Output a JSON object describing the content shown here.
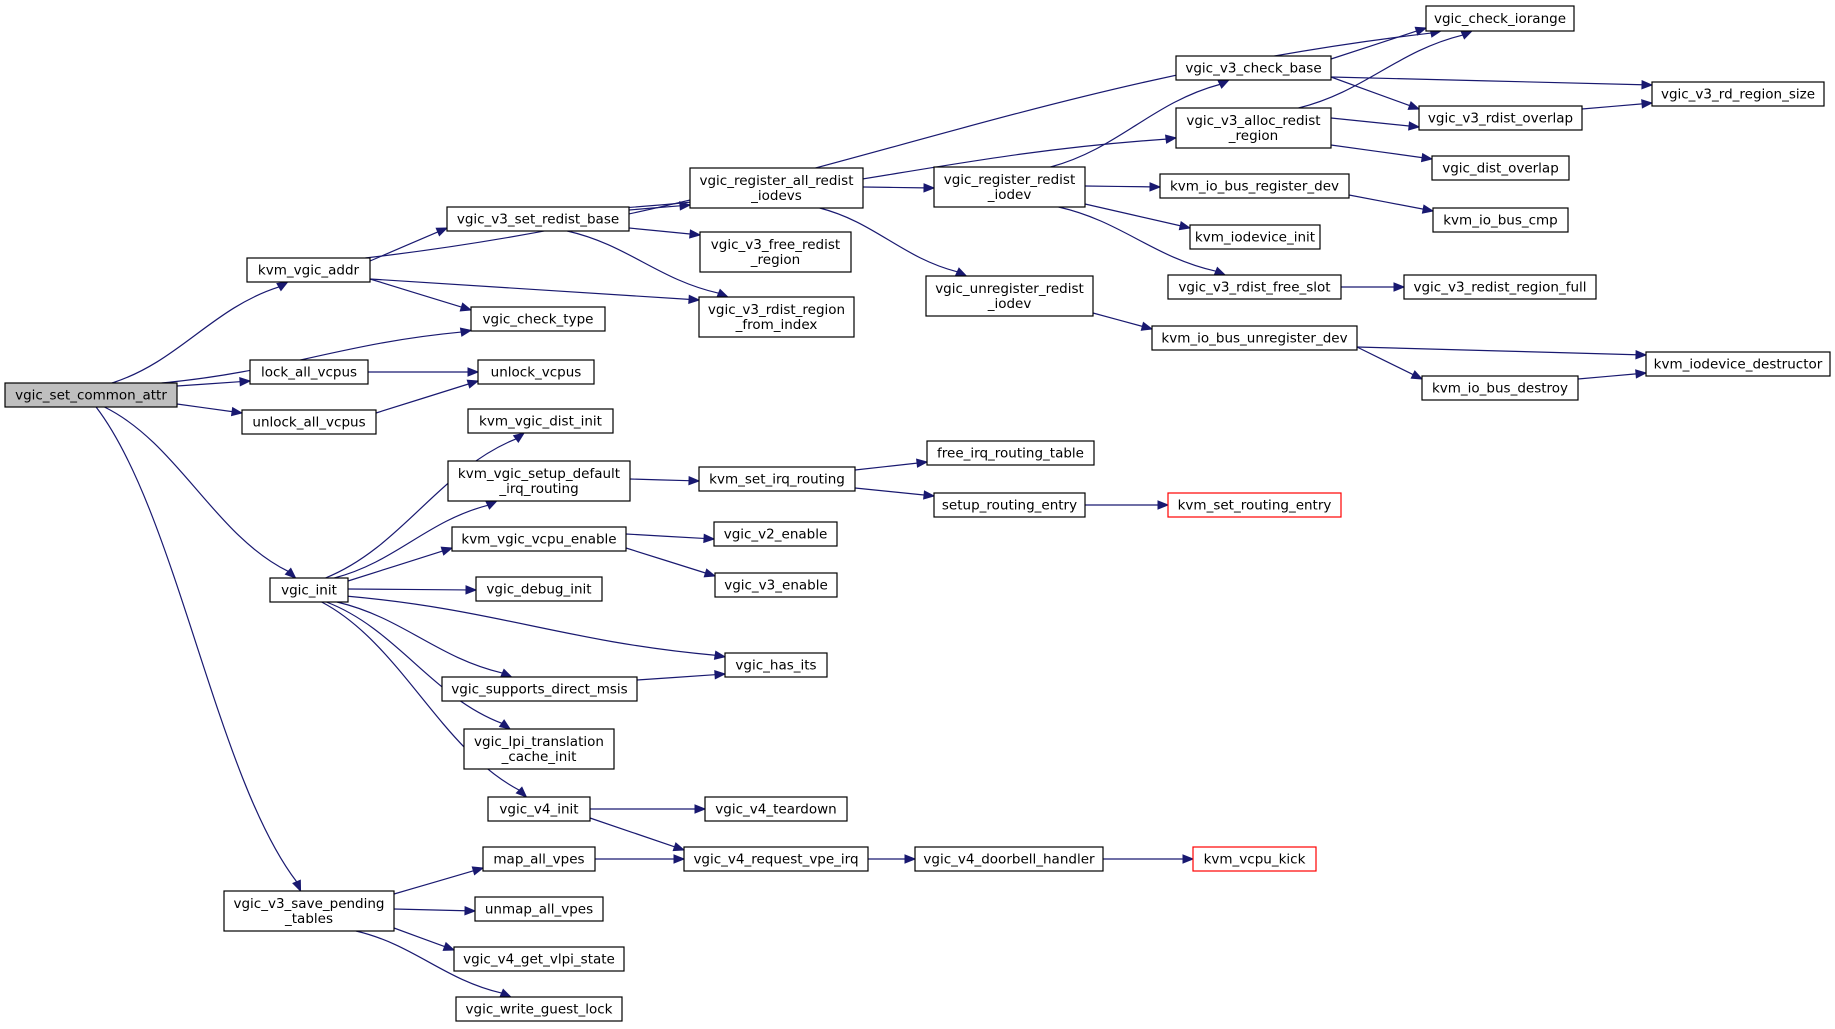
{
  "diagram": {
    "nodes": [
      {
        "id": "n_root",
        "lines": [
          "vgic_set_common_attr"
        ],
        "style": "root"
      },
      {
        "id": "n_kva",
        "lines": [
          "kvm_vgic_addr"
        ]
      },
      {
        "id": "n_lock",
        "lines": [
          "lock_all_vcpus"
        ]
      },
      {
        "id": "n_unlockall",
        "lines": [
          "unlock_all_vcpus"
        ]
      },
      {
        "id": "n_init",
        "lines": [
          "vgic_init"
        ]
      },
      {
        "id": "n_save",
        "lines": [
          "vgic_v3_save_pending",
          "_tables"
        ]
      },
      {
        "id": "n_iorange",
        "lines": [
          "vgic_check_iorange"
        ]
      },
      {
        "id": "n_setrb",
        "lines": [
          "vgic_v3_set_redist_base"
        ]
      },
      {
        "id": "n_ctype",
        "lines": [
          "vgic_check_type"
        ]
      },
      {
        "id": "n_rfi",
        "lines": [
          "vgic_v3_rdist_region",
          "_from_index"
        ]
      },
      {
        "id": "n_unlockv",
        "lines": [
          "unlock_vcpus"
        ]
      },
      {
        "id": "n_distinit",
        "lines": [
          "kvm_vgic_dist_init"
        ]
      },
      {
        "id": "n_setupdef",
        "lines": [
          "kvm_vgic_setup_default",
          "_irq_routing"
        ]
      },
      {
        "id": "n_vcpuen",
        "lines": [
          "kvm_vgic_vcpu_enable"
        ]
      },
      {
        "id": "n_dbginit",
        "lines": [
          "vgic_debug_init"
        ]
      },
      {
        "id": "n_hasits",
        "lines": [
          "vgic_has_its"
        ]
      },
      {
        "id": "n_supdm",
        "lines": [
          "vgic_supports_direct_msis"
        ]
      },
      {
        "id": "n_lpi",
        "lines": [
          "vgic_lpi_translation",
          "_cache_init"
        ]
      },
      {
        "id": "n_v4init",
        "lines": [
          "vgic_v4_init"
        ]
      },
      {
        "id": "n_mapvpes",
        "lines": [
          "map_all_vpes"
        ]
      },
      {
        "id": "n_unmapvpes",
        "lines": [
          "unmap_all_vpes"
        ]
      },
      {
        "id": "n_getvlpi",
        "lines": [
          "vgic_v4_get_vlpi_state"
        ]
      },
      {
        "id": "n_wgl",
        "lines": [
          "vgic_write_guest_lock"
        ]
      },
      {
        "id": "n_regall",
        "lines": [
          "vgic_register_all_redist",
          "_iodevs"
        ]
      },
      {
        "id": "n_freeredist",
        "lines": [
          "vgic_v3_free_redist",
          "_region"
        ]
      },
      {
        "id": "n_setirq",
        "lines": [
          "kvm_set_irq_routing"
        ]
      },
      {
        "id": "n_v2en",
        "lines": [
          "vgic_v2_enable"
        ]
      },
      {
        "id": "n_v3en",
        "lines": [
          "vgic_v3_enable"
        ]
      },
      {
        "id": "n_v4td",
        "lines": [
          "vgic_v4_teardown"
        ]
      },
      {
        "id": "n_reqvpe",
        "lines": [
          "vgic_v4_request_vpe_irq"
        ]
      },
      {
        "id": "n_regredist",
        "lines": [
          "vgic_register_redist",
          "_iodev"
        ]
      },
      {
        "id": "n_unregredist",
        "lines": [
          "vgic_unregister_redist",
          "_iodev"
        ]
      },
      {
        "id": "n_freeirq",
        "lines": [
          "free_irq_routing_table"
        ]
      },
      {
        "id": "n_setupentry",
        "lines": [
          "setup_routing_entry"
        ]
      },
      {
        "id": "n_doorbell",
        "lines": [
          "vgic_v4_doorbell_handler"
        ]
      },
      {
        "id": "n_checkbase",
        "lines": [
          "vgic_v3_check_base"
        ]
      },
      {
        "id": "n_allocredist",
        "lines": [
          "vgic_v3_alloc_redist",
          "_region"
        ]
      },
      {
        "id": "n_busreg",
        "lines": [
          "kvm_io_bus_register_dev"
        ]
      },
      {
        "id": "n_iodevinit",
        "lines": [
          "kvm_iodevice_init"
        ]
      },
      {
        "id": "n_freeslot",
        "lines": [
          "vgic_v3_rdist_free_slot"
        ]
      },
      {
        "id": "n_busunreg",
        "lines": [
          "kvm_io_bus_unregister_dev"
        ]
      },
      {
        "id": "n_setrentry",
        "lines": [
          "kvm_set_routing_entry"
        ],
        "style": "red"
      },
      {
        "id": "n_vcpukick",
        "lines": [
          "kvm_vcpu_kick"
        ],
        "style": "red"
      },
      {
        "id": "n_rdoverlap",
        "lines": [
          "vgic_v3_rdist_overlap"
        ]
      },
      {
        "id": "n_distoverlap",
        "lines": [
          "vgic_dist_overlap"
        ]
      },
      {
        "id": "n_buscmp",
        "lines": [
          "kvm_io_bus_cmp"
        ]
      },
      {
        "id": "n_regionfull",
        "lines": [
          "vgic_v3_redist_region_full"
        ]
      },
      {
        "id": "n_busdestroy",
        "lines": [
          "kvm_io_bus_destroy"
        ]
      },
      {
        "id": "n_rdsize",
        "lines": [
          "vgic_v3_rd_region_size"
        ]
      },
      {
        "id": "n_iodestructor",
        "lines": [
          "kvm_iodevice_destructor"
        ]
      }
    ],
    "edges": [
      [
        "n_root",
        "n_kva"
      ],
      [
        "n_root",
        "n_ctype"
      ],
      [
        "n_root",
        "n_lock"
      ],
      [
        "n_root",
        "n_unlockall"
      ],
      [
        "n_root",
        "n_init"
      ],
      [
        "n_root",
        "n_save"
      ],
      [
        "n_kva",
        "n_iorange"
      ],
      [
        "n_kva",
        "n_setrb"
      ],
      [
        "n_kva",
        "n_ctype"
      ],
      [
        "n_kva",
        "n_rfi"
      ],
      [
        "n_lock",
        "n_unlockv"
      ],
      [
        "n_unlockall",
        "n_unlockv"
      ],
      [
        "n_setrb",
        "n_allocredist"
      ],
      [
        "n_setrb",
        "n_regall"
      ],
      [
        "n_setrb",
        "n_freeredist"
      ],
      [
        "n_setrb",
        "n_rfi"
      ],
      [
        "n_init",
        "n_distinit"
      ],
      [
        "n_init",
        "n_setupdef"
      ],
      [
        "n_init",
        "n_vcpuen"
      ],
      [
        "n_init",
        "n_dbginit"
      ],
      [
        "n_init",
        "n_hasits"
      ],
      [
        "n_init",
        "n_supdm"
      ],
      [
        "n_init",
        "n_lpi"
      ],
      [
        "n_init",
        "n_v4init"
      ],
      [
        "n_supdm",
        "n_hasits"
      ],
      [
        "n_setupdef",
        "n_setirq"
      ],
      [
        "n_setirq",
        "n_freeirq"
      ],
      [
        "n_setirq",
        "n_setupentry"
      ],
      [
        "n_setupentry",
        "n_setrentry"
      ],
      [
        "n_vcpuen",
        "n_v2en"
      ],
      [
        "n_vcpuen",
        "n_v3en"
      ],
      [
        "n_v4init",
        "n_v4td"
      ],
      [
        "n_v4init",
        "n_reqvpe"
      ],
      [
        "n_save",
        "n_mapvpes"
      ],
      [
        "n_save",
        "n_unmapvpes"
      ],
      [
        "n_save",
        "n_getvlpi"
      ],
      [
        "n_save",
        "n_wgl"
      ],
      [
        "n_mapvpes",
        "n_reqvpe"
      ],
      [
        "n_reqvpe",
        "n_doorbell"
      ],
      [
        "n_doorbell",
        "n_vcpukick"
      ],
      [
        "n_regall",
        "n_regredist"
      ],
      [
        "n_regall",
        "n_unregredist"
      ],
      [
        "n_regredist",
        "n_checkbase"
      ],
      [
        "n_regredist",
        "n_busreg"
      ],
      [
        "n_regredist",
        "n_iodevinit"
      ],
      [
        "n_regredist",
        "n_freeslot"
      ],
      [
        "n_unregredist",
        "n_busunreg"
      ],
      [
        "n_checkbase",
        "n_iorange"
      ],
      [
        "n_checkbase",
        "n_rdoverlap"
      ],
      [
        "n_checkbase",
        "n_rdsize"
      ],
      [
        "n_allocredist",
        "n_iorange"
      ],
      [
        "n_allocredist",
        "n_rdoverlap"
      ],
      [
        "n_allocredist",
        "n_distoverlap"
      ],
      [
        "n_rdoverlap",
        "n_rdsize"
      ],
      [
        "n_busreg",
        "n_buscmp"
      ],
      [
        "n_freeslot",
        "n_regionfull"
      ],
      [
        "n_busunreg",
        "n_iodestructor"
      ],
      [
        "n_busunreg",
        "n_busdestroy"
      ],
      [
        "n_busdestroy",
        "n_iodestructor"
      ]
    ]
  }
}
